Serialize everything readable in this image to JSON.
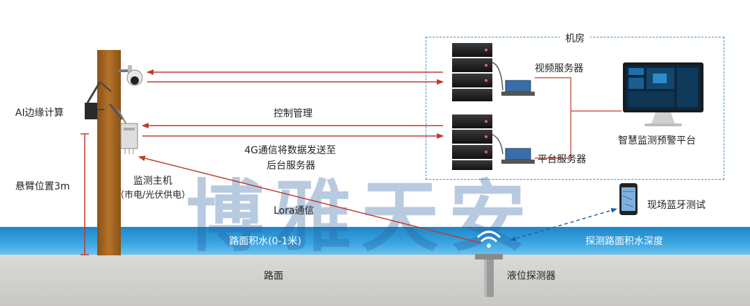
{
  "labels": {
    "machine_room": "机房",
    "video_server": "视频服务器",
    "platform_server": "平台服务器",
    "smart_platform": "智慧监测预警平台",
    "ai_edge": "AI边缘计算",
    "control_mgmt": "控制管理",
    "send_line1": "4G通信将数据发送至",
    "send_line2": "后台服务器",
    "monitor_host": "监测主机",
    "power_note": "（市电/光伏供电）",
    "arm_position": "悬臂位置3m",
    "lora": "Lora通信",
    "bluetooth_test": "现场蓝牙测试",
    "water_depth_range": "路面积水(0-1米)",
    "detect_depth": "探测路面积水深度",
    "road_surface": "路面",
    "level_sensor": "液位探测器",
    "watermark": "博雅天安"
  },
  "colors": {
    "arrow_red": "#c0392b",
    "dashed_blue": "#3b8fd0",
    "water_blue": "#2b95d6",
    "pole_brown": "#a5651f"
  }
}
